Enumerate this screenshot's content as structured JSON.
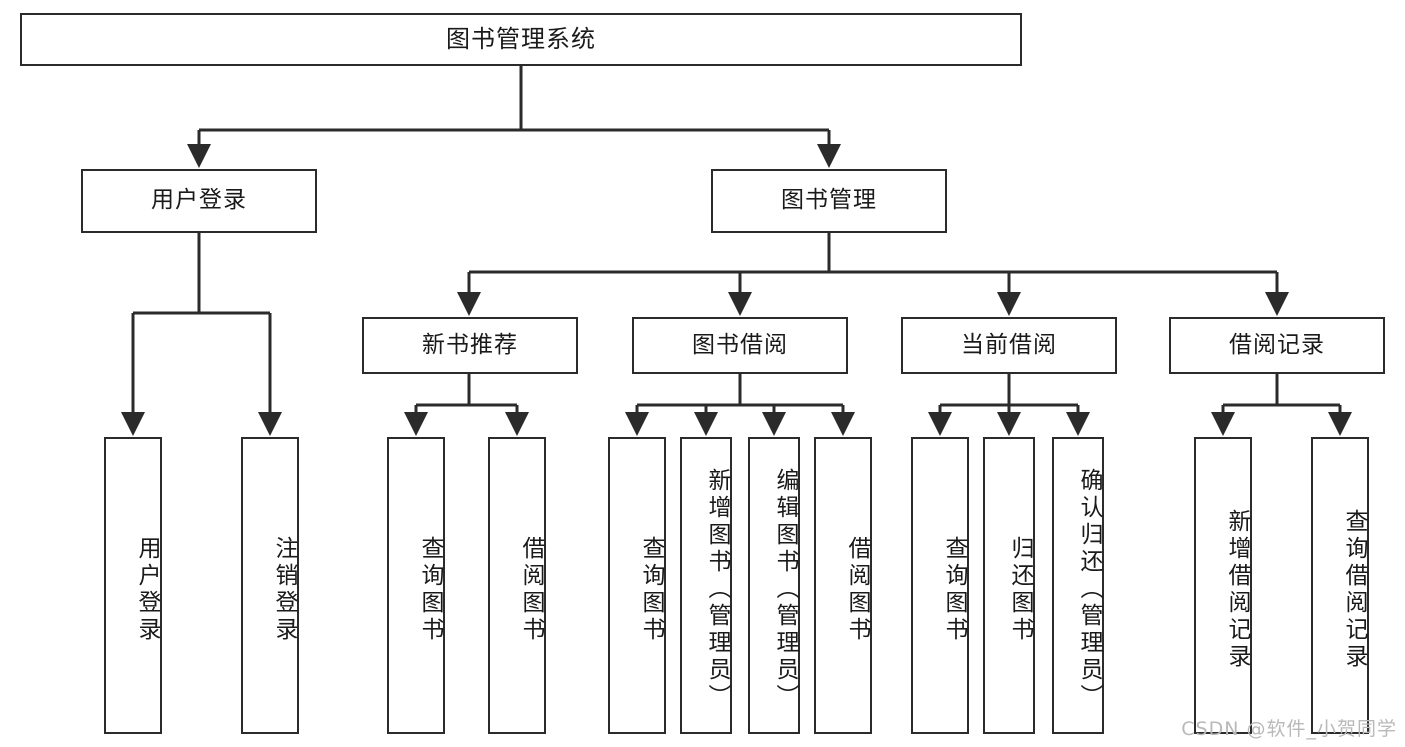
{
  "diagram": {
    "title": "图书管理系统",
    "type": "tree-structure-chart",
    "background_color": "#ffffff",
    "line_color": "#2b2b2b",
    "text_color": "#1a1a1a"
  },
  "nodes": {
    "root": {
      "label": "图书管理系统",
      "orientation": "horizontal"
    },
    "level1": [
      {
        "label": "用户登录",
        "orientation": "horizontal"
      },
      {
        "label": "图书管理",
        "orientation": "horizontal"
      }
    ],
    "level2": [
      {
        "label": "新书推荐",
        "orientation": "horizontal"
      },
      {
        "label": "图书借阅",
        "orientation": "horizontal"
      },
      {
        "label": "当前借阅",
        "orientation": "horizontal"
      },
      {
        "label": "借阅记录",
        "orientation": "horizontal"
      }
    ],
    "leaves": [
      {
        "label": "用户登录",
        "orientation": "vertical",
        "parent": "用户登录"
      },
      {
        "label": "注销登录",
        "orientation": "vertical",
        "parent": "用户登录"
      },
      {
        "label": "查询图书",
        "orientation": "vertical",
        "parent": "新书推荐"
      },
      {
        "label": "借阅图书",
        "orientation": "vertical",
        "parent": "新书推荐"
      },
      {
        "label": "查询图书",
        "orientation": "vertical",
        "parent": "图书借阅"
      },
      {
        "label": "新增图书（管理员）",
        "orientation": "vertical",
        "parent": "图书借阅"
      },
      {
        "label": "编辑图书（管理员）",
        "orientation": "vertical",
        "parent": "图书借阅"
      },
      {
        "label": "借阅图书",
        "orientation": "vertical",
        "parent": "图书借阅"
      },
      {
        "label": "查询图书",
        "orientation": "vertical",
        "parent": "当前借阅"
      },
      {
        "label": "归还图书",
        "orientation": "vertical",
        "parent": "当前借阅"
      },
      {
        "label": "确认归还（管理员）",
        "orientation": "vertical",
        "parent": "当前借阅"
      },
      {
        "label": "新增借阅记录",
        "orientation": "vertical",
        "parent": "借阅记录"
      },
      {
        "label": "查询借阅记录",
        "orientation": "vertical",
        "parent": "借阅记录"
      }
    ]
  },
  "watermark": {
    "text": "CSDN @软件_小贺同学",
    "color": "#b9b9b9"
  }
}
